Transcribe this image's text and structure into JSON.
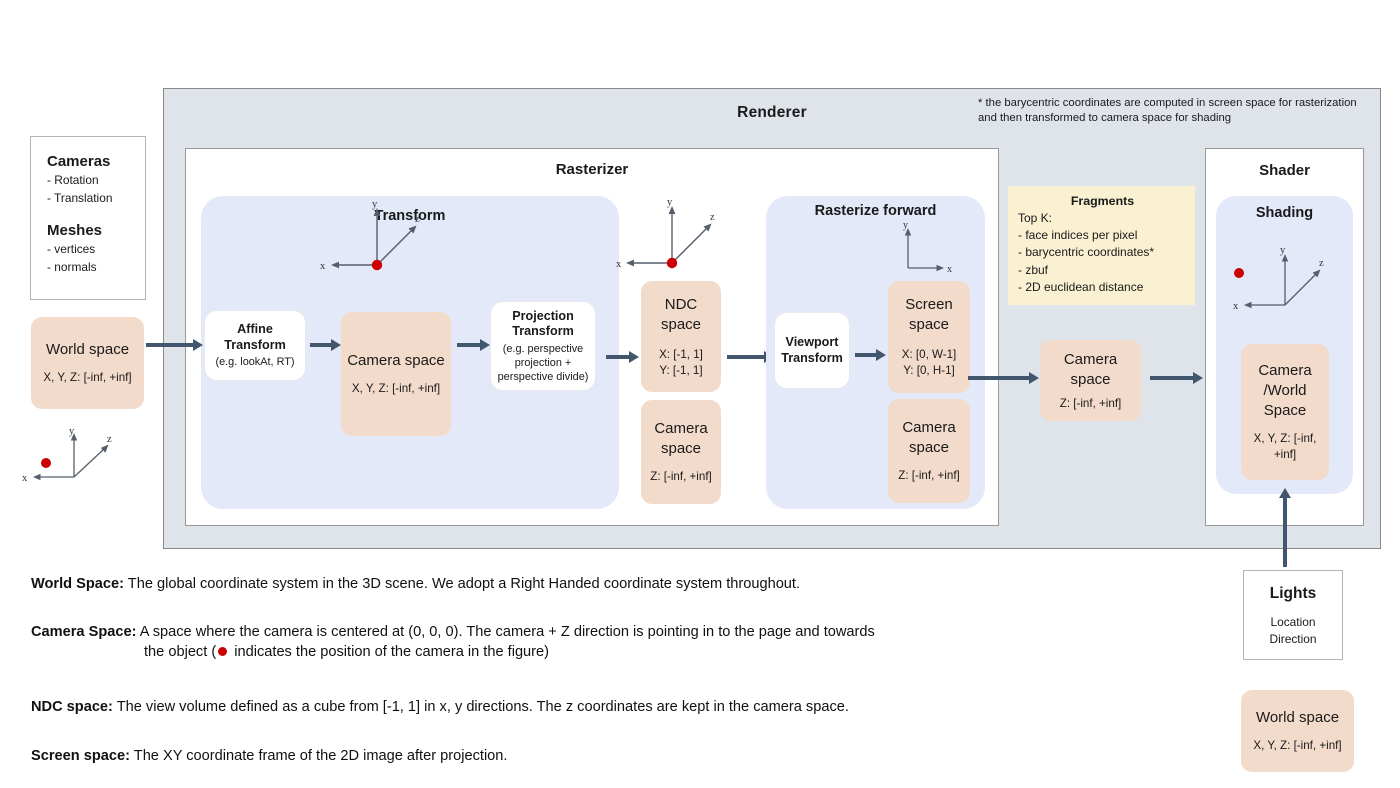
{
  "renderer": {
    "title": "Renderer",
    "footnote": "* the barycentric coordinates are computed in screen space for rasterization and then transformed to camera space for shading"
  },
  "rasterizer": {
    "title": "Rasterizer",
    "transform_group": {
      "title": "Transform",
      "affine": {
        "title": "Affine Transform",
        "subtitle": "(e.g. lookAt, RT)"
      },
      "camera_space": {
        "title": "Camera space",
        "range": "X, Y, Z: [-inf, +inf]"
      },
      "projection": {
        "title": "Projection Transform",
        "subtitle": "(e.g. perspective projection + perspective divide)"
      }
    },
    "ndc_space": {
      "title": "NDC space",
      "range_x": "X: [-1, 1]",
      "range_y": "Y: [-1, 1]"
    },
    "ndc_camera_space": {
      "title": "Camera space",
      "range": "Z: [-inf, +inf]"
    },
    "rasterize_forward": {
      "title": "Rasterize forward",
      "viewport": {
        "title": "Viewport Transform"
      },
      "screen_space": {
        "title": "Screen space",
        "range_x": "X: [0, W-1]",
        "range_y": "Y: [0,  H-1]"
      },
      "camera_space": {
        "title": "Camera space",
        "range": "Z: [-inf, +inf]"
      }
    }
  },
  "fragments": {
    "title": "Fragments",
    "intro": "Top K:",
    "items": [
      "- face indices per pixel",
      "- barycentric coordinates*",
      "- zbuf",
      "- 2D euclidean distance"
    ]
  },
  "post_raster_camera_space": {
    "title": "Camera space",
    "range": "Z: [-inf, +inf]"
  },
  "shader": {
    "title": "Shader",
    "shading": {
      "title": "Shading"
    },
    "camera_world_space": {
      "title": "Camera /World Space",
      "range": "X, Y, Z: [-inf, +inf]"
    }
  },
  "inputs": {
    "cameras": {
      "heading": "Cameras",
      "items": [
        "- Rotation",
        "- Translation"
      ]
    },
    "meshes": {
      "heading": "Meshes",
      "items": [
        "- vertices",
        "- normals"
      ]
    },
    "world_space": {
      "title": "World space",
      "range": "X, Y, Z: [-inf, +inf]"
    }
  },
  "lights": {
    "heading": "Lights",
    "items": [
      "Location",
      "Direction"
    ],
    "world_space": {
      "title": "World space",
      "range": "X, Y, Z: [-inf, +inf]"
    }
  },
  "axes": {
    "x": "x",
    "y": "y",
    "z": "z"
  },
  "legend": {
    "world_space": {
      "term": "World Space:",
      "text": " The global coordinate system in the 3D scene. We adopt a Right Handed coordinate system throughout."
    },
    "camera_space": {
      "term": "Camera Space:",
      "text": " A space where the camera is centered at (0, 0, 0). The camera + Z direction is pointing in to the page and towards",
      "text2a": "the object (",
      "text2b": " indicates the position of the camera in the figure)"
    },
    "ndc_space": {
      "term": "NDC space:",
      "text": " The view volume defined as a cube from [-1, 1] in x, y directions. The z coordinates are kept in the camera space."
    },
    "screen_space": {
      "term": "Screen space:",
      "text": " The XY coordinate frame of the 2D image after projection."
    }
  },
  "colors": {
    "peach": "#f3dbcb",
    "light_blue": "#e3e9f9",
    "renderer_gray": "#dfe3ea",
    "fragments_yellow": "#faf0d2",
    "arrow": "#42566e",
    "camera_dot": "#cc0000"
  }
}
